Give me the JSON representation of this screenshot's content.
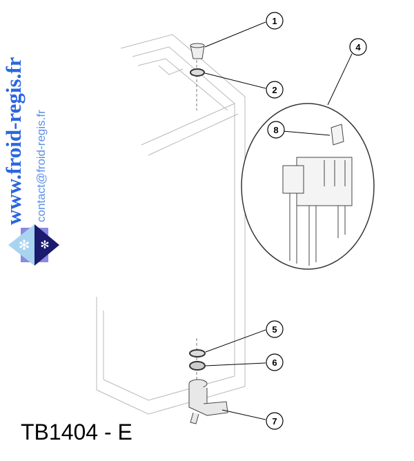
{
  "watermark": {
    "site": "www.froid-regis.fr",
    "email": "contact@froid-regis.fr"
  },
  "reference": "TB1404 - E",
  "callouts": [
    "1",
    "2",
    "4",
    "8",
    "5",
    "6",
    "7"
  ]
}
